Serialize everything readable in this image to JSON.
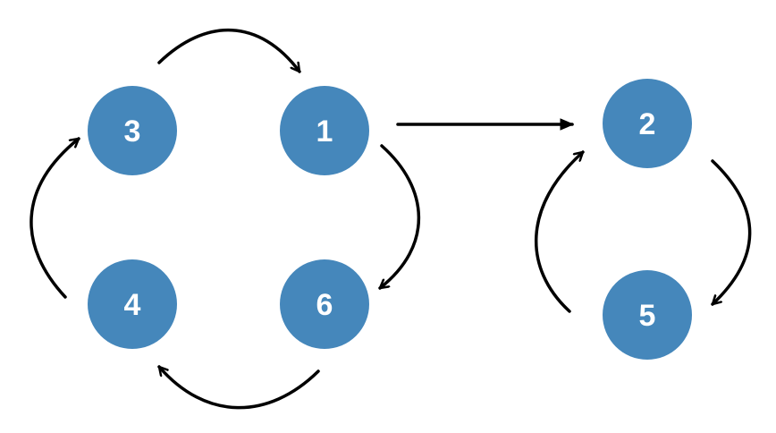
{
  "colors": {
    "node_fill": "#4587BB",
    "node_text": "#FFFFFF",
    "edge": "#000000",
    "background": "#FFFFFF"
  },
  "nodes": [
    {
      "id": "3",
      "label": "3"
    },
    {
      "id": "1",
      "label": "1"
    },
    {
      "id": "4",
      "label": "4"
    },
    {
      "id": "6",
      "label": "6"
    },
    {
      "id": "2",
      "label": "2"
    },
    {
      "id": "5",
      "label": "5"
    }
  ],
  "edges": [
    {
      "from": "3",
      "to": "1",
      "style": "curved-arrow"
    },
    {
      "from": "1",
      "to": "6",
      "style": "curved-arrow"
    },
    {
      "from": "6",
      "to": "4",
      "style": "curved-arrow"
    },
    {
      "from": "4",
      "to": "3",
      "style": "curved-arrow"
    },
    {
      "from": "1",
      "to": "2",
      "style": "straight-arrow"
    },
    {
      "from": "2",
      "to": "5",
      "style": "curved-arrow"
    },
    {
      "from": "5",
      "to": "2",
      "style": "curved-arrow"
    }
  ]
}
